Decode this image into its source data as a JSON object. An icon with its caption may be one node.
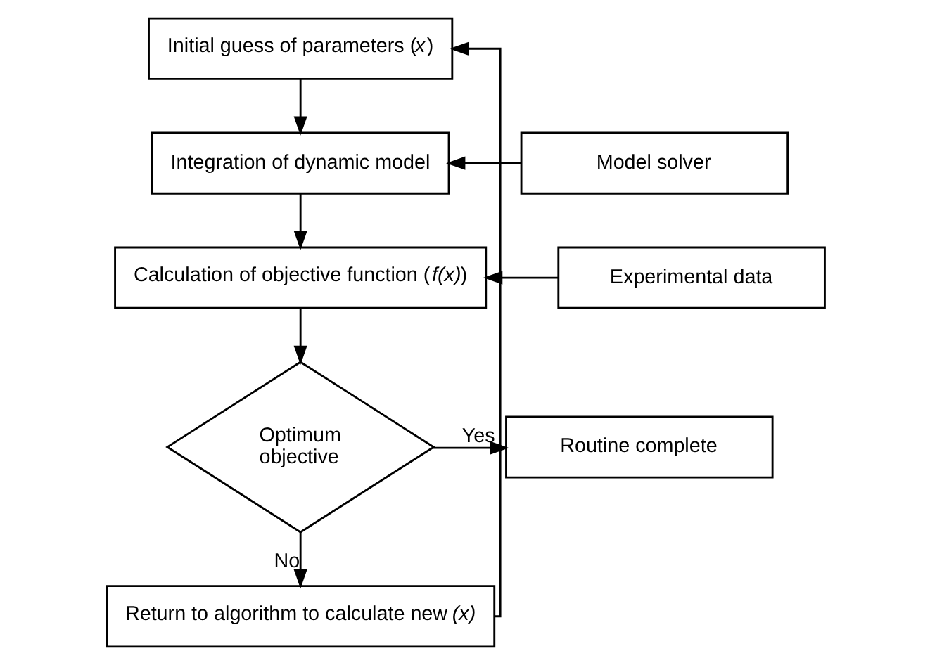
{
  "diagram": {
    "nodes": [
      {
        "text": [
          "Initial guess of parameters (*x*)"
        ]
      },
      {
        "text": [
          "Integration of dynamic model"
        ]
      },
      {
        "text": [
          "Model solver"
        ]
      },
      {
        "text": [
          "Calculation of objective function (*f(x)*)"
        ]
      },
      {
        "text": [
          "Experimental data"
        ]
      },
      {
        "text": [
          "Optimum objective"
        ]
      },
      {
        "text": [
          "Routine complete"
        ]
      },
      {
        "text": [
          "Return to algorithm to calculate new *(x)*"
        ]
      }
    ],
    "edges": [
      {
        "from": 0,
        "to": 1,
        "arrow": "to"
      },
      {
        "from": 2,
        "to": 1,
        "arrow": "to"
      },
      {
        "from": 1,
        "to": 3,
        "arrow": "to"
      },
      {
        "from": 4,
        "to": 3,
        "arrow": "to"
      },
      {
        "from": 3,
        "to": 5,
        "arrow": "to"
      },
      {
        "from": 5,
        "to": 6,
        "arrow": "to",
        "label": "Yes"
      },
      {
        "from": 5,
        "to": 7,
        "arrow": "to",
        "label": "No"
      },
      {
        "from": 7,
        "to": 0,
        "arrow": "to"
      }
    ]
  }
}
